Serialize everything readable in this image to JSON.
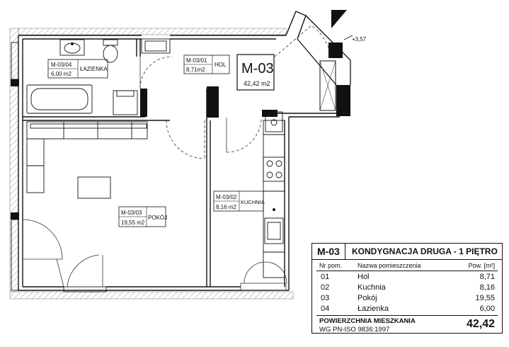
{
  "unit_badge": {
    "code": "M-03",
    "area": "42,42 m2"
  },
  "level_marker": "+3,57",
  "rooms": [
    {
      "id": "M-03/04",
      "area": "6,00 m2",
      "name": "ŁAZIENKA"
    },
    {
      "id": "M-03/01",
      "area": "8,71m2",
      "name": "HOL"
    },
    {
      "id": "M-03/02",
      "area": "8,16 m2",
      "name": "KUCHNIA"
    },
    {
      "id": "M-03/03",
      "area": "19,55 m2",
      "name": "POKÓJ"
    }
  ],
  "legend": {
    "unit": "M-03",
    "floor_title": "KONDYGNACJA DRUGA - 1 PIĘTRO",
    "col_nr": "Nr pom.",
    "col_name": "Nazwa pomieszczenia",
    "col_area": "Pow. [m²]",
    "rows": [
      {
        "nr": "01",
        "name": "Hol",
        "area": "8,71"
      },
      {
        "nr": "02",
        "name": "Kuchnia",
        "area": "8,16"
      },
      {
        "nr": "03",
        "name": "Pokój",
        "area": "19,55"
      },
      {
        "nr": "04",
        "name": "Łazienka",
        "area": "6,00"
      }
    ],
    "total_label_1": "POWIERZCHNIA MIESZKANIA",
    "total_label_2": "WG PN-ISO 9836:1997",
    "total_value": "42,42"
  }
}
